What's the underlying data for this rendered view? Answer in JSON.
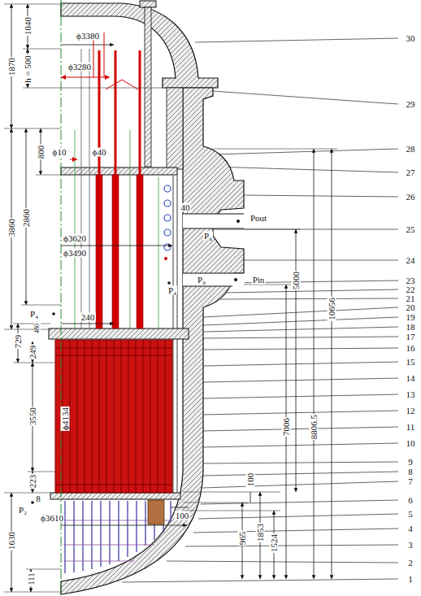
{
  "diagram": {
    "labels": [
      "1870",
      "1040",
      "h = 500",
      "ϕ3380",
      "ϕ3280",
      "800",
      "ϕ10",
      "ϕ40",
      "3860",
      "2860",
      "30",
      "29",
      "28",
      "27",
      "26",
      "25",
      "24",
      "23",
      "22",
      "21",
      "20",
      "19",
      "18",
      "17",
      "16",
      "15",
      "14",
      "13",
      "12",
      "11",
      "10",
      "9",
      "8",
      "7",
      "6",
      "5",
      "4",
      "3",
      "2",
      "1",
      "40",
      "Pout",
      "P₆",
      "ϕ3620",
      "ϕ3490",
      "P₄",
      "P₀",
      "Pin",
      "5000",
      "10656",
      "8806.5",
      "7006",
      "P₄",
      "240",
      "729",
      "480",
      "249",
      "3550",
      "ϕ4134",
      "223",
      "8",
      "P₂",
      "ϕ3610",
      "100",
      "100",
      "1853",
      "1524",
      "965",
      "1630",
      "111"
    ]
  }
}
